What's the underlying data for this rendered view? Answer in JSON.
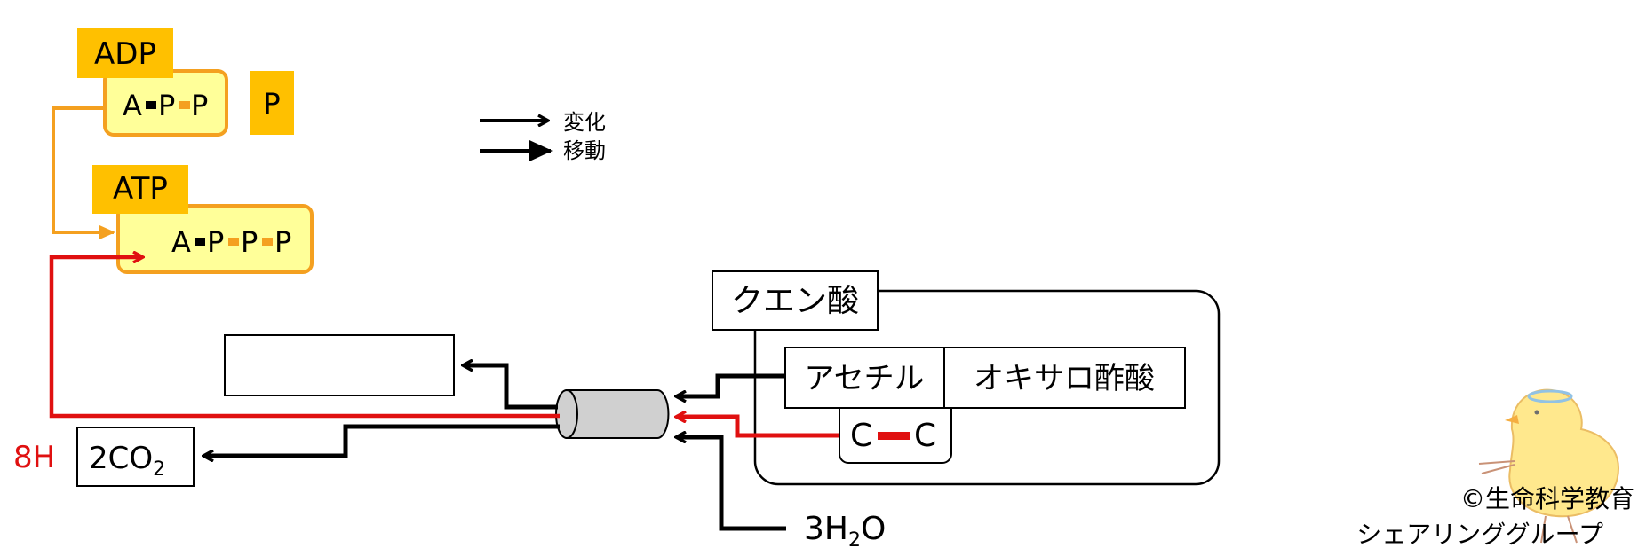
{
  "adp": {
    "title": "ADP",
    "formula": {
      "a": "A",
      "p1": "P",
      "p2": "P"
    },
    "phosphate": "P"
  },
  "atp": {
    "title": "ATP",
    "formula": {
      "a": "A",
      "p1": "P",
      "p2": "P",
      "p3": "P"
    }
  },
  "legend": {
    "change": "変化",
    "move": "移動"
  },
  "citric_acid": "クエン酸",
  "acetyl": "アセチル",
  "oxaloacetate": "オキサロ酢酸",
  "cc": {
    "c1": "C",
    "c2": "C"
  },
  "hydrogen": "8H",
  "co2": {
    "text": "2CO",
    "sub": "2"
  },
  "water": {
    "pre": "3H",
    "sub": "2",
    "post": "O"
  },
  "credit": {
    "line1": "©生命科学教育",
    "line2": "シェアリンググループ"
  },
  "colors": {
    "gold": "#FFC000",
    "pale_yellow": "#FFFF99",
    "orange": "#F4A020",
    "red": "#E01010",
    "gray": "#D0D0D0"
  }
}
